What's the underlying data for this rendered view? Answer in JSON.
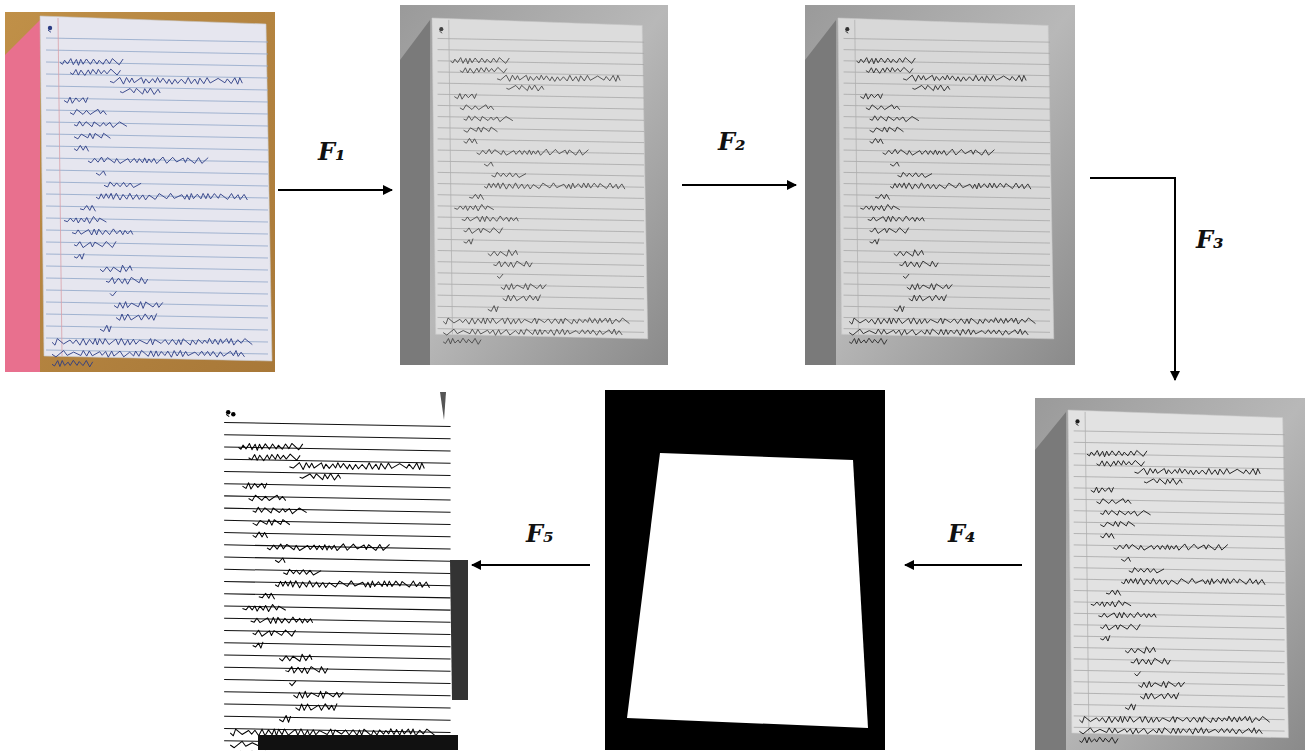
{
  "diagram": {
    "labels": [
      "F₁",
      "F₂",
      "F₃",
      "F₄",
      "F₅"
    ]
  }
}
